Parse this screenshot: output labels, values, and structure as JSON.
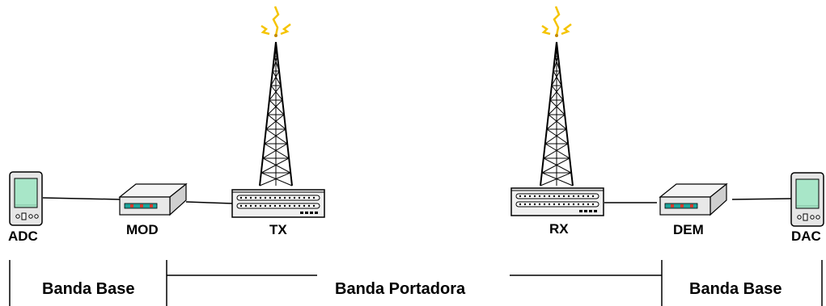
{
  "devices": {
    "adc": "ADC",
    "mod": "MOD",
    "tx": "TX",
    "rx": "RX",
    "dem": "DEM",
    "dac": "DAC"
  },
  "bands": {
    "left": "Banda Base",
    "middle": "Banda Portadora",
    "right": "Banda Base"
  },
  "colors": {
    "screen": "#a8e6c8",
    "device_body": "#e8e8e8",
    "led_teal": "#1ea39a",
    "led_red": "#d9362b",
    "antenna_spark": "#f5c400",
    "line": "#000000"
  }
}
